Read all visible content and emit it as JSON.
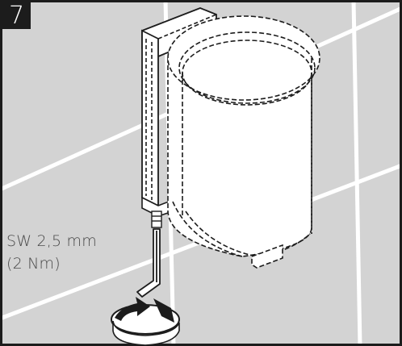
{
  "step": {
    "number": "7"
  },
  "tool": {
    "size": "SW 2,5 mm",
    "torque": "(2 Nm)"
  },
  "colors": {
    "wall": "#d3d3d3",
    "grout": "#ffffff",
    "outline": "#1c1c1c",
    "text": "#4a4a4a"
  },
  "icons": [
    "hex-key-icon",
    "rotation-arrow-icon"
  ]
}
